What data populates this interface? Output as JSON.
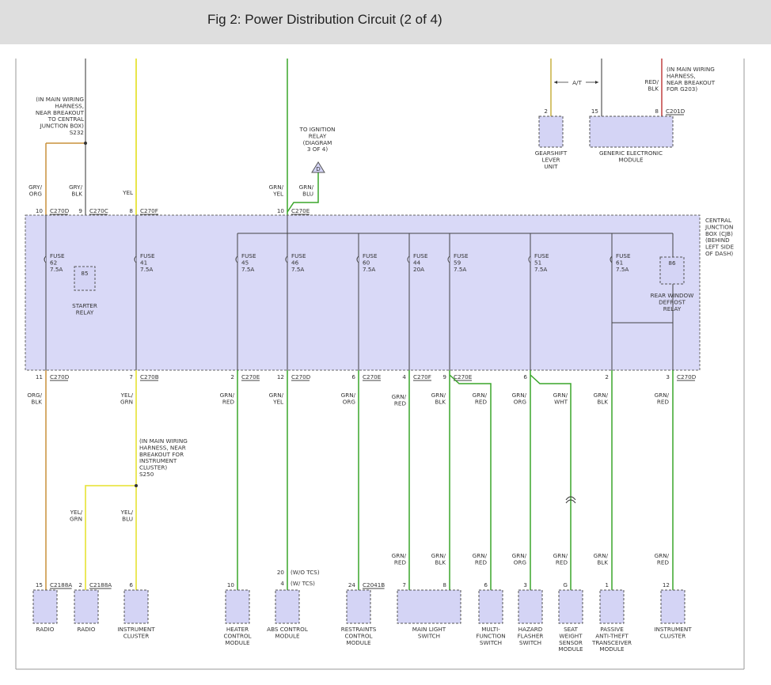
{
  "header": {
    "title": "Fig 2: Power Distribution Circuit (2 of 4)"
  },
  "diagram": {
    "cjb_label": [
      "CENTRAL",
      "JUNCTION",
      "BOX (CJB)",
      "(BEHIND",
      "LEFT SIDE",
      "OF DASH)"
    ],
    "top_notes": [
      [
        "(IN MAIN WIRING",
        "HARNESS,",
        "NEAR BREAKOUT",
        "TO CENTRAL",
        "JUNCTION BOX)",
        "S232"
      ],
      [
        "TO IGNITION",
        "RELAY",
        "(DIAGRAM",
        "3 OF 4)"
      ],
      [
        "(IN MAIN WIRING",
        "HARNESS,",
        "NEAR BREAKOUT",
        "FOR G203)"
      ]
    ],
    "diagram_ref": "D",
    "at_label": "A/T",
    "top_wires": [
      [
        "GRY/",
        "ORG"
      ],
      [
        "GRY/",
        "BLK"
      ],
      [
        "YEL"
      ],
      [
        "GRN/",
        "YEL"
      ],
      [
        "GRN/",
        "BLU"
      ],
      [
        "RED/",
        "BLK"
      ]
    ],
    "top_connectors": [
      {
        "pin": "10",
        "conn": "C270D"
      },
      {
        "pin": "9",
        "conn": "C270C"
      },
      {
        "pin": "8",
        "conn": "C270F"
      },
      {
        "pin": "10",
        "conn": "C270E"
      },
      {
        "pin": "2",
        "conn": ""
      },
      {
        "pin": "15",
        "conn": ""
      },
      {
        "pin": "8",
        "conn": "C201D"
      }
    ],
    "top_components": [
      [
        "GEARSHIFT",
        "LEVER",
        "UNIT"
      ],
      [
        "GENERIC ELECTRONIC",
        "MODULE"
      ]
    ],
    "fuses": [
      {
        "name": "FUSE",
        "num": "62",
        "amp": "7.5A"
      },
      {
        "name": "FUSE",
        "num": "41",
        "amp": "7.5A"
      },
      {
        "name": "FUSE",
        "num": "45",
        "amp": "7.5A"
      },
      {
        "name": "FUSE",
        "num": "46",
        "amp": "7.5A"
      },
      {
        "name": "FUSE",
        "num": "60",
        "amp": "7.5A"
      },
      {
        "name": "FUSE",
        "num": "44",
        "amp": "20A"
      },
      {
        "name": "FUSE",
        "num": "59",
        "amp": "7.5A"
      },
      {
        "name": "FUSE",
        "num": "51",
        "amp": "7.5A"
      },
      {
        "name": "FUSE",
        "num": "61",
        "amp": "7.5A"
      }
    ],
    "relays": [
      {
        "num": "85",
        "label": [
          "STARTER",
          "RELAY"
        ]
      },
      {
        "num": "86",
        "label": [
          "REAR WINDOW",
          "DEFROST",
          "RELAY"
        ]
      }
    ],
    "bottom_connectors": [
      {
        "pin": "11",
        "conn": "C270D"
      },
      {
        "pin": "7",
        "conn": "C270B"
      },
      {
        "pin": "2",
        "conn": "C270E"
      },
      {
        "pin": "12",
        "conn": "C270D"
      },
      {
        "pin": "6",
        "conn": "C270E"
      },
      {
        "pin": "4",
        "conn": "C270F"
      },
      {
        "pin": "9",
        "conn": "C270E"
      },
      {
        "pin": "6",
        "conn": ""
      },
      {
        "pin": "2",
        "conn": ""
      },
      {
        "pin": "3",
        "conn": "C270D"
      }
    ],
    "mid_wires": [
      [
        "ORG/",
        "BLK"
      ],
      [
        "YEL/",
        "GRN"
      ],
      [
        "GRN/",
        "RED"
      ],
      [
        "GRN/",
        "YEL"
      ],
      [
        "GRN/",
        "ORG"
      ],
      [
        "GRN/",
        "RED"
      ],
      [
        "GRN/",
        "BLK"
      ],
      [
        "GRN/",
        "RED"
      ],
      [
        "GRN/",
        "ORG"
      ],
      [
        "GRN/",
        "WHT"
      ],
      [
        "GRN/",
        "BLK"
      ],
      [
        "GRN/",
        "RED"
      ]
    ],
    "s250_note": [
      "(IN MAIN WIRING",
      "HARNESS, NEAR",
      "BREAKOUT FOR",
      "INSTRUMENT",
      "CLUSTER)",
      "S250"
    ],
    "low_wires": [
      [
        "YEL/",
        "GRN"
      ],
      [
        "YEL/",
        "BLU"
      ],
      [
        "GRN/",
        "RED"
      ],
      [
        "GRN/",
        "BLK"
      ],
      [
        "GRN/",
        "RED"
      ],
      [
        "GRN/",
        "ORG"
      ],
      [
        "GRN/",
        "RED"
      ],
      [
        "GRN/",
        "BLK"
      ],
      [
        "GRN/",
        "RED"
      ]
    ],
    "abs_notes": [
      {
        "pin": "20",
        "note": "(W/O TCS)"
      },
      {
        "pin": "4",
        "note": "(W/ TCS)"
      }
    ],
    "bottom_pins": [
      {
        "pin": "15",
        "conn": "C2188A"
      },
      {
        "pin": "2",
        "conn": "C2188A"
      },
      {
        "pin": "6",
        "conn": ""
      },
      {
        "pin": "10",
        "conn": ""
      },
      {
        "pin": "24",
        "conn": "C2041B"
      },
      {
        "pin": "7",
        "conn": ""
      },
      {
        "pin": "8",
        "conn": ""
      },
      {
        "pin": "6",
        "conn": ""
      },
      {
        "pin": "3",
        "conn": ""
      },
      {
        "pin": "G",
        "conn": ""
      },
      {
        "pin": "1",
        "conn": ""
      },
      {
        "pin": "12",
        "conn": ""
      }
    ],
    "components": [
      [
        "RADIO"
      ],
      [
        "RADIO"
      ],
      [
        "INSTRUMENT",
        "CLUSTER"
      ],
      [
        "HEATER",
        "CONTROL",
        "MODULE"
      ],
      [
        "ABS CONTROL",
        "MODULE"
      ],
      [
        "RESTRAINTS",
        "CONTROL",
        "MODULE"
      ],
      [
        "MAIN LIGHT",
        "SWITCH"
      ],
      [
        "MULTI-",
        "FUNCTION",
        "SWITCH"
      ],
      [
        "HAZARD",
        "FLASHER",
        "SWITCH"
      ],
      [
        "SEAT",
        "WEIGHT",
        "SENSOR",
        "MODULE"
      ],
      [
        "PASSIVE",
        "ANTI-THEFT",
        "TRANSCEIVER",
        "MODULE"
      ],
      [
        "INSTRUMENT",
        "CLUSTER"
      ]
    ],
    "colors": {
      "cjb_fill": "#d9d9f7",
      "comp_fill": "#d4d4f5",
      "wire_green": "#3aa52a",
      "wire_yellow": "#e9e64a",
      "wire_orange": "#c8913a",
      "wire_gray": "#777777",
      "wire_red": "#c04040"
    }
  }
}
